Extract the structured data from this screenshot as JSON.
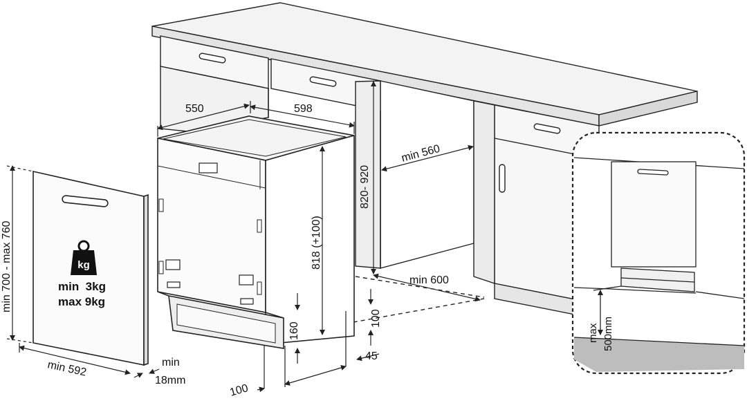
{
  "dimensions": {
    "depth": "550",
    "width": "598",
    "cabinet_height": "820- 920",
    "niche_width": "min 560",
    "appliance_height": "818 (+100)",
    "niche_depth": "min 600",
    "panel_height": "min 700 - max 760",
    "panel_width": "min 592",
    "panel_thickness_line1": "min",
    "panel_thickness_line2": "18mm",
    "kick_depth": "100",
    "plinth_height": "160",
    "plinth_offset": "100",
    "plinth_recess": "45",
    "detail_max_line1": "max",
    "detail_max_line2": "500mm"
  },
  "panel_weight": {
    "icon_label": "kg",
    "min_label": "min  3kg",
    "max_label": "max 9kg"
  },
  "colors": {
    "line": "#222222",
    "counter_top": "#f2f2f2",
    "cabinet": "#f7f7f7",
    "floor_shade": "#bdbdbd"
  }
}
